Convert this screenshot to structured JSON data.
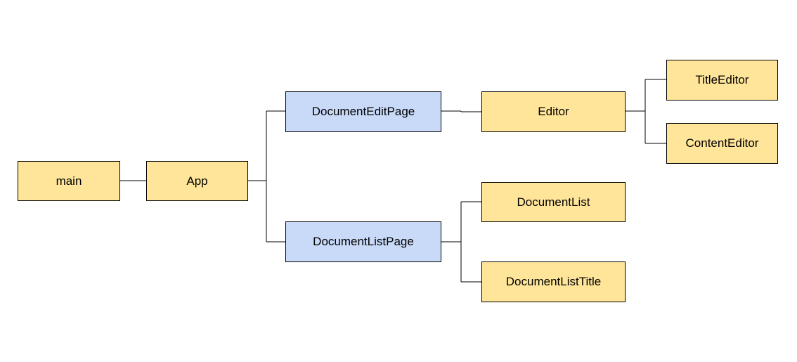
{
  "colors": {
    "yellow": "#ffe599",
    "blue": "#c9daf8",
    "border": "#000000",
    "connector": "#000000"
  },
  "nodes": {
    "main": {
      "label": "main",
      "fill": "#ffe599"
    },
    "app": {
      "label": "App",
      "fill": "#ffe599"
    },
    "document_edit_page": {
      "label": "DocumentEditPage",
      "fill": "#c9daf8"
    },
    "document_list_page": {
      "label": "DocumentListPage",
      "fill": "#c9daf8"
    },
    "editor": {
      "label": "Editor",
      "fill": "#ffe599"
    },
    "title_editor": {
      "label": "TitleEditor",
      "fill": "#ffe599"
    },
    "content_editor": {
      "label": "ContentEditor",
      "fill": "#ffe599"
    },
    "document_list": {
      "label": "DocumentList",
      "fill": "#ffe599"
    },
    "document_list_title": {
      "label": "DocumentListTitle",
      "fill": "#ffe599"
    }
  },
  "edges": [
    {
      "from": "main",
      "to": "app"
    },
    {
      "from": "app",
      "to": "document_edit_page"
    },
    {
      "from": "app",
      "to": "document_list_page"
    },
    {
      "from": "document_edit_page",
      "to": "editor"
    },
    {
      "from": "editor",
      "to": "title_editor"
    },
    {
      "from": "editor",
      "to": "content_editor"
    },
    {
      "from": "document_list_page",
      "to": "document_list"
    },
    {
      "from": "document_list_page",
      "to": "document_list_title"
    }
  ]
}
